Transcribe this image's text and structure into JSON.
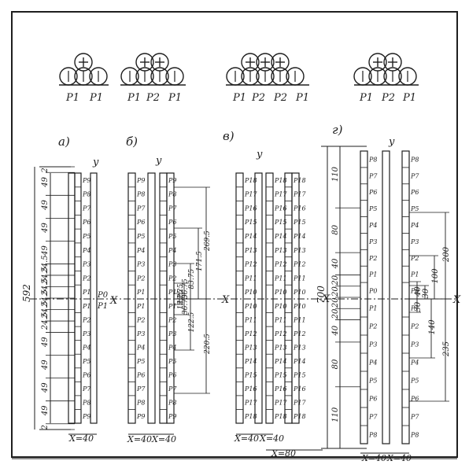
{
  "colors": {
    "ink": "#1e1e1e",
    "paper": "#ffffff"
  },
  "bundles": [
    {
      "labels": [
        "P1",
        "P1"
      ]
    },
    {
      "labels": [
        "P1",
        "P2",
        "P1"
      ]
    },
    {
      "labels": [
        "P1",
        "P2",
        "P2",
        "P1"
      ]
    },
    {
      "labels": [
        "P1",
        "P2",
        "P1"
      ]
    }
  ],
  "sections": [
    {
      "letter": "а)",
      "ylabel": "y",
      "xlabel": "X",
      "width_note": "X=40",
      "dims": [
        "2",
        "49",
        "49",
        "49",
        "49",
        "24.5",
        "24.5",
        "24.5",
        "24.5",
        "24.5",
        "24.5",
        "49",
        "49",
        "49",
        "49",
        "2"
      ],
      "total": "592",
      "bar_labels": [
        "P9",
        "P8",
        "P7",
        "P6",
        "P5",
        "P4",
        "P3",
        "P2",
        "P1",
        "P1",
        "P2",
        "P3",
        "P4",
        "P5",
        "P6",
        "P7",
        "P8",
        "P9"
      ],
      "axis_labels": [
        "P0",
        "P1"
      ]
    },
    {
      "letter": "б)",
      "ylabel": "y",
      "xlabel": "X",
      "width_notes": [
        "X=40",
        "X=40"
      ],
      "bar_labels": [
        "P9",
        "P8",
        "P7",
        "P6",
        "P5",
        "P4",
        "P3",
        "P2",
        "P1",
        "P1",
        "P2",
        "P3",
        "P4",
        "P5",
        "P6",
        "P7",
        "P8",
        "P9"
      ],
      "dims": [
        "269.5",
        "171.5",
        "83.75",
        "36.75",
        "12.25",
        "12.25",
        "36.75",
        "122.5",
        "220.5"
      ]
    },
    {
      "letter": "в)",
      "ylabel": "y",
      "xlabel": "X",
      "width_notes": [
        "X=40",
        "X=40",
        "X=80"
      ],
      "bar_labels": [
        "P18",
        "P17",
        "P16",
        "P15",
        "P14",
        "P13",
        "P12",
        "P11",
        "P10",
        "P10",
        "P11",
        "P12",
        "P13",
        "P14",
        "P15",
        "P16",
        "P17",
        "P18"
      ]
    },
    {
      "letter": "г)",
      "ylabel": "y",
      "xlabel": "X",
      "width_notes": [
        "X=40",
        "X=40"
      ],
      "dims": [
        "110",
        "80",
        "40",
        "20",
        "20",
        "20",
        "20",
        "40",
        "80",
        "110"
      ],
      "total": "700",
      "bar_labels": [
        "P8",
        "P7",
        "P6",
        "P5",
        "P4",
        "P3",
        "P2",
        "P1",
        "P0",
        "P1",
        "P2",
        "P3",
        "P4",
        "P5",
        "P6",
        "P7",
        "P8"
      ],
      "right_dims": [
        "200",
        "100",
        "40",
        "30",
        "30",
        "140",
        "235"
      ]
    }
  ]
}
